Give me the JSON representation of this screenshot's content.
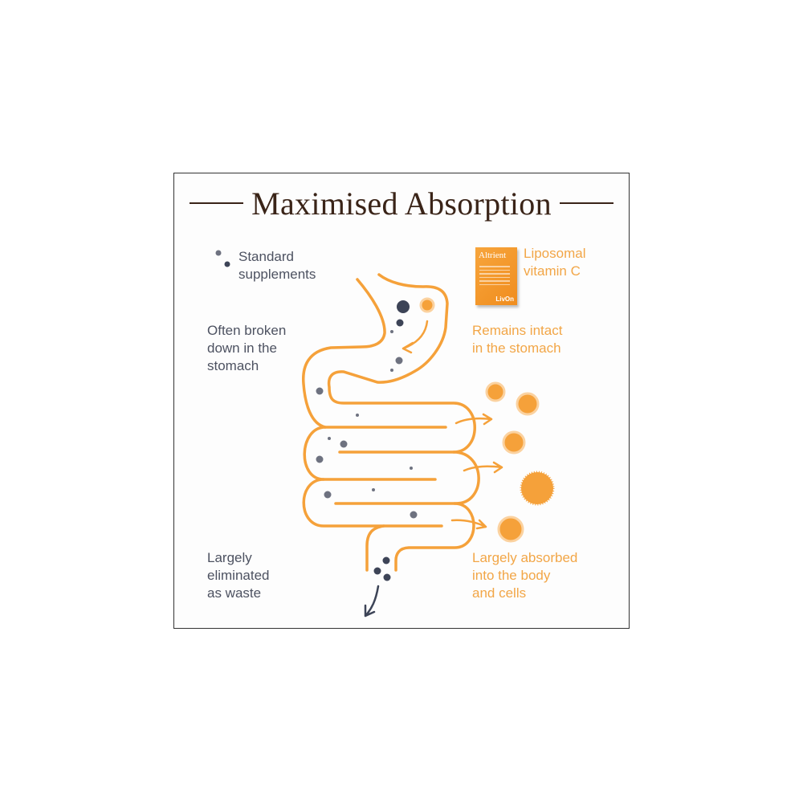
{
  "title": "Maximised Absorption",
  "legend": {
    "standard_label_1": "Standard",
    "standard_label_2": "supplements"
  },
  "product": {
    "brand": "Altrient",
    "maker": "LivOn",
    "label_1": "Liposomal",
    "label_2": "vitamin C"
  },
  "left_notes": {
    "stomach": [
      "Often broken",
      "down in the",
      "stomach"
    ],
    "waste": [
      "Largely",
      "eliminated",
      "as waste"
    ]
  },
  "right_notes": {
    "stomach": [
      "Remains intact",
      "in the stomach"
    ],
    "absorbed": [
      "Largely absorbed",
      "into the body",
      "and cells"
    ]
  },
  "colors": {
    "orange": "#f5a13a",
    "dark": "#3d4457",
    "grey": "#6e7280",
    "title": "#3a2418"
  }
}
